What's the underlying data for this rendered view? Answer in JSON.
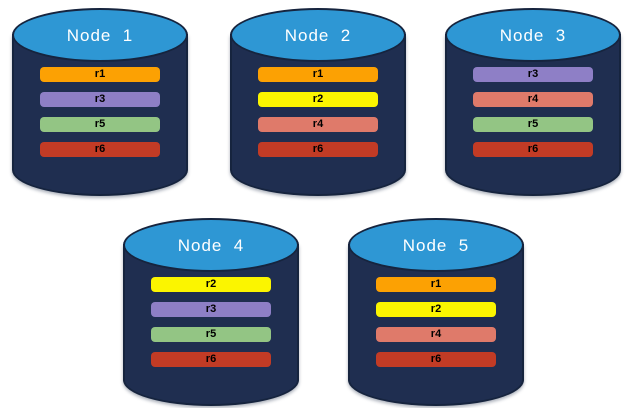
{
  "colors": {
    "background": "#ffffff",
    "cylinder_body": "#1f2e50",
    "cylinder_outline": "#16243e",
    "cylinder_top": "#2e97d4",
    "node_label": "#ffffff",
    "bar_label": "#000000"
  },
  "replica_colors": {
    "r1": "#fca103",
    "r2": "#fbf500",
    "r3": "#8e7fc6",
    "r4": "#df7a6a",
    "r5": "#93c584",
    "r6": "#c23b25"
  },
  "nodes": [
    {
      "label": "Node  1",
      "replicas": [
        "r1",
        "r3",
        "r5",
        "r6"
      ]
    },
    {
      "label": "Node  2",
      "replicas": [
        "r1",
        "r2",
        "r4",
        "r6"
      ]
    },
    {
      "label": "Node  3",
      "replicas": [
        "r3",
        "r4",
        "r5",
        "r6"
      ]
    },
    {
      "label": "Node  4",
      "replicas": [
        "r2",
        "r3",
        "r5",
        "r6"
      ]
    },
    {
      "label": "Node  5",
      "replicas": [
        "r1",
        "r2",
        "r4",
        "r6"
      ]
    }
  ]
}
